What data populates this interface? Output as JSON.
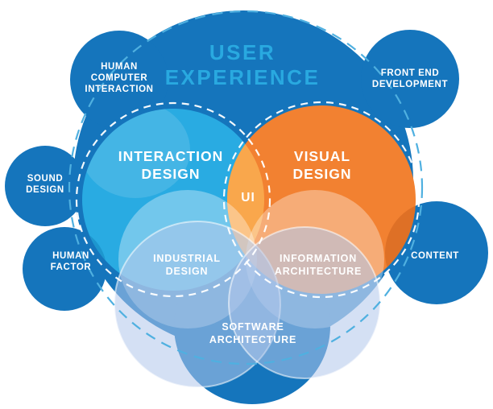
{
  "title": {
    "label": "USER\nEXPERIENCE"
  },
  "regions": {
    "interaction_design": {
      "label": "INTERACTION\nDESIGN"
    },
    "visual_design": {
      "label": "VISUAL\nDESIGN"
    },
    "ui": {
      "label": "UI"
    },
    "industrial_design": {
      "label": "INDUSTRIAL\nDESIGN"
    },
    "information_architecture": {
      "label": "INFORMATION\nARCHITECTURE"
    },
    "software_architecture": {
      "label": "SOFTWARE\nARCHITECTURE"
    }
  },
  "satellites": {
    "human_computer_interaction": {
      "label": "HUMAN\nCOMPUTER\nINTERACTION"
    },
    "front_end_development": {
      "label": "FRONT END\nDEVELOPMENT"
    },
    "sound_design": {
      "label": "SOUND\nDESIGN"
    },
    "human_factor": {
      "label": "HUMAN\nFACTOR"
    },
    "content": {
      "label": "CONTENT"
    }
  },
  "colors": {
    "background": "#ffffff",
    "main_blue": "#1575bc",
    "interaction_blue": "#29abe2",
    "visual_orange": "#f28131",
    "ui_lens": "#f9a74c",
    "title_text": "#29a9e0",
    "dash_ring": "#4fb0e0",
    "content_overlap": "#de7026",
    "human_factor_overlap": "#1d96ce"
  }
}
